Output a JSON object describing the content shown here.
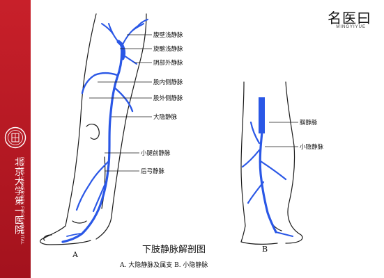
{
  "institution": {
    "name_cn": "北京大学第一医院",
    "name_en": "PEKING UNIVERSITY FIRST HOSPITAL"
  },
  "brand": {
    "name_cn": "名医曰",
    "name_en": "MINGYIYUE"
  },
  "figure_a": {
    "letter": "A",
    "labels": [
      "腹壁浅静脉",
      "旋髂浅静脉",
      "阴部外静脉",
      "股内侧静脉",
      "股外侧静脉",
      "大隐静脉",
      "小腿前静脉",
      "后弓静脉"
    ]
  },
  "figure_b": {
    "letter": "B",
    "labels": [
      "腘静脉",
      "小隐静脉"
    ]
  },
  "caption": {
    "title": "下肢静脉解剖图",
    "legend": "A. 大隐静脉及属支    B. 小隐静脉"
  },
  "colors": {
    "vein": "#2a57e6",
    "side_band": "#b3151f",
    "outline": "#1a1a1a"
  }
}
